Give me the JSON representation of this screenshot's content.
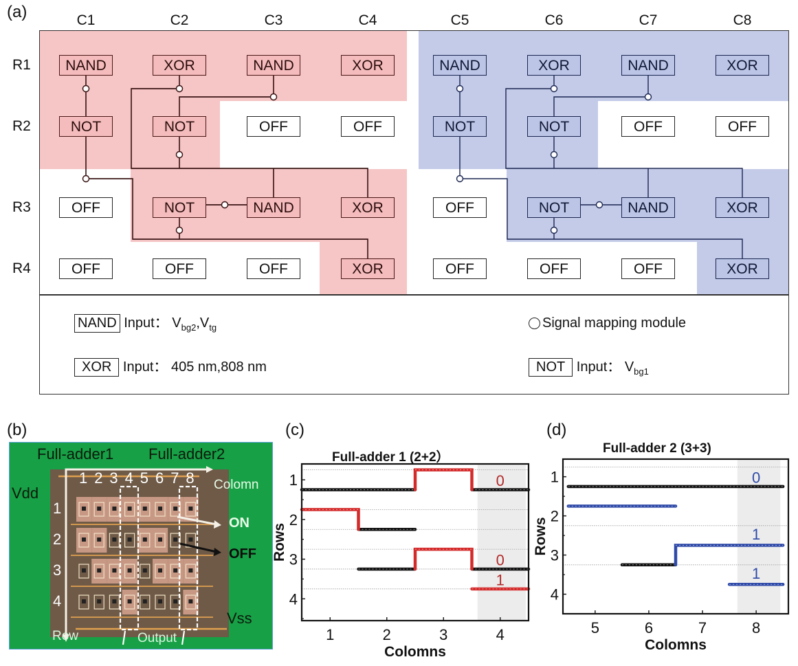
{
  "panel_a": {
    "label": "(a)",
    "columns": [
      "C1",
      "C2",
      "C3",
      "C4",
      "C5",
      "C6",
      "C7",
      "C8"
    ],
    "rows": [
      "R1",
      "R2",
      "R3",
      "R4"
    ],
    "grid": [
      [
        "NAND",
        "XOR",
        "NAND",
        "XOR",
        "NAND",
        "XOR",
        "NAND",
        "XOR"
      ],
      [
        "NOT",
        "NOT",
        "OFF",
        "OFF",
        "NOT",
        "NOT",
        "OFF",
        "OFF"
      ],
      [
        "OFF",
        "NOT",
        "NAND",
        "XOR",
        "OFF",
        "NOT",
        "NAND",
        "XOR"
      ],
      [
        "OFF",
        "OFF",
        "OFF",
        "XOR",
        "OFF",
        "OFF",
        "OFF",
        "XOR"
      ]
    ],
    "active_colors": {
      "adder1": "#f6c5c5",
      "adder2": "#c3cbe8"
    },
    "legend": {
      "nand_box": "NAND",
      "nand_text": "Input：",
      "nand_v1": "V",
      "nand_v1_sub": "bg2",
      "nand_sep": ",",
      "nand_v2": "V",
      "nand_v2_sub": "tg",
      "xor_box": "XOR",
      "xor_text": "Input：  405 nm,808 nm",
      "circle_text": "Signal mapping module",
      "not_box": "NOT",
      "not_text": "Input：  ",
      "not_v": "V",
      "not_v_sub": "bg1"
    }
  },
  "panel_b": {
    "label": "(b)",
    "title_left": "Full-adder1",
    "title_right": "Full-adder2",
    "column_numbers": [
      "1",
      "2",
      "3",
      "4",
      "5",
      "6",
      "7",
      "8"
    ],
    "row_numbers": [
      "1",
      "2",
      "3",
      "4"
    ],
    "vdd": "Vdd",
    "vss": "Vss",
    "column_axis": "Colomn",
    "row_axis": "Row",
    "on_label": "ON",
    "off_label": "OFF",
    "output_label": "Output",
    "cell_states": [
      [
        1,
        1,
        1,
        1,
        1,
        1,
        1,
        1
      ],
      [
        1,
        1,
        0,
        0,
        1,
        1,
        0,
        0
      ],
      [
        0,
        1,
        1,
        1,
        0,
        1,
        1,
        1
      ],
      [
        0,
        0,
        0,
        1,
        0,
        0,
        0,
        1
      ]
    ]
  },
  "chart_data": [
    {
      "type": "line",
      "panel": "(c)",
      "title": "Full-adder 1  (2+2）",
      "xlabel": "Colomns",
      "ylabel": "Rows",
      "xticks": [
        "1",
        "2",
        "3",
        "4"
      ],
      "yticks": [
        "1",
        "2",
        "3",
        "4"
      ],
      "xlim": [
        0.5,
        4.5
      ],
      "ylim": [
        4.55,
        0.6
      ],
      "y_inverted": true,
      "highlight_x_range": [
        3.6,
        4.45
      ],
      "gridlines_y": [
        0.75,
        1.75,
        2.25,
        2.75,
        3.25,
        3.75
      ],
      "series": [
        {
          "name": "low",
          "color": "#111111",
          "segments": [
            {
              "x": [
                0.5,
                2.5
              ],
              "y": 1.25
            },
            {
              "x": [
                3.5,
                4.5
              ],
              "y": 1.25
            },
            {
              "x": [
                1.5,
                2.5
              ],
              "y": 2.25
            },
            {
              "x": [
                1.5,
                2.5
              ],
              "y": 3.25
            },
            {
              "x": [
                3.5,
                4.5
              ],
              "y": 3.25
            }
          ]
        },
        {
          "name": "high",
          "color": "#d42a2a",
          "segments": [
            {
              "x": [
                2.5,
                3.5
              ],
              "y": 0.75,
              "from_y": 1.25,
              "to_y": 1.25
            },
            {
              "x": [
                0.5,
                1.5
              ],
              "y": 1.75,
              "to_y": 2.25
            },
            {
              "x": [
                2.5,
                3.5
              ],
              "y": 2.75,
              "from_y": 3.25,
              "to_y": 3.25
            },
            {
              "x": [
                3.5,
                4.5
              ],
              "y": 3.75
            }
          ]
        }
      ],
      "annotations": [
        {
          "text": "0",
          "x": 4.0,
          "y": 1.0,
          "color": "#b22a2a"
        },
        {
          "text": "0",
          "x": 4.0,
          "y": 3.0,
          "color": "#b22a2a"
        },
        {
          "text": "1",
          "x": 4.0,
          "y": 3.5,
          "color": "#b22a2a"
        }
      ]
    },
    {
      "type": "line",
      "panel": "(d)",
      "title": "Full-adder 2 (3+3)",
      "xlabel": "Colomns",
      "ylabel": "Rows",
      "xticks": [
        "5",
        "6",
        "7",
        "8"
      ],
      "yticks": [
        "1",
        "2",
        "3",
        "4"
      ],
      "xlim": [
        4.4,
        8.6
      ],
      "ylim": [
        4.5,
        0.55
      ],
      "y_inverted": true,
      "highlight_x_range": [
        7.65,
        8.45
      ],
      "gridlines_y": [
        0.75,
        2.25,
        3.25
      ],
      "series": [
        {
          "name": "low",
          "color": "#111111",
          "segments": [
            {
              "x": [
                4.5,
                8.5
              ],
              "y": 1.25
            },
            {
              "x": [
                5.5,
                6.5
              ],
              "y": 3.25
            }
          ]
        },
        {
          "name": "high",
          "color": "#2f4aa8",
          "segments": [
            {
              "x": [
                4.5,
                6.5
              ],
              "y": 1.75
            },
            {
              "x": [
                6.5,
                8.5
              ],
              "y": 2.75,
              "from_y": 3.25
            },
            {
              "x": [
                7.5,
                8.5
              ],
              "y": 3.75
            }
          ]
        }
      ],
      "annotations": [
        {
          "text": "0",
          "x": 8.0,
          "y": 1.0,
          "color": "#2f4aa8"
        },
        {
          "text": "1",
          "x": 8.0,
          "y": 2.45,
          "color": "#2f4aa8"
        },
        {
          "text": "1",
          "x": 8.0,
          "y": 3.45,
          "color": "#2f4aa8"
        }
      ]
    }
  ]
}
